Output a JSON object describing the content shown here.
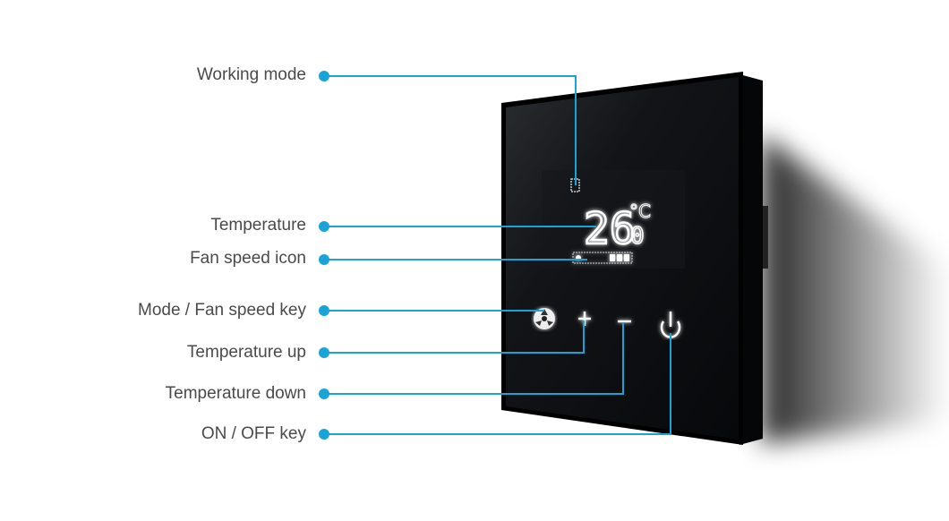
{
  "callouts": [
    {
      "label": "Working mode"
    },
    {
      "label": "Temperature"
    },
    {
      "label": "Fan speed icon"
    },
    {
      "label": "Mode / Fan speed key"
    },
    {
      "label": "Temperature up"
    },
    {
      "label": "Temperature down"
    },
    {
      "label": "ON / OFF key"
    }
  ],
  "display": {
    "temperature": "26",
    "decimal": "0",
    "unit": "°C"
  },
  "colors": {
    "callout_line": "#1aa3d6",
    "panel": "#0d0f12"
  }
}
